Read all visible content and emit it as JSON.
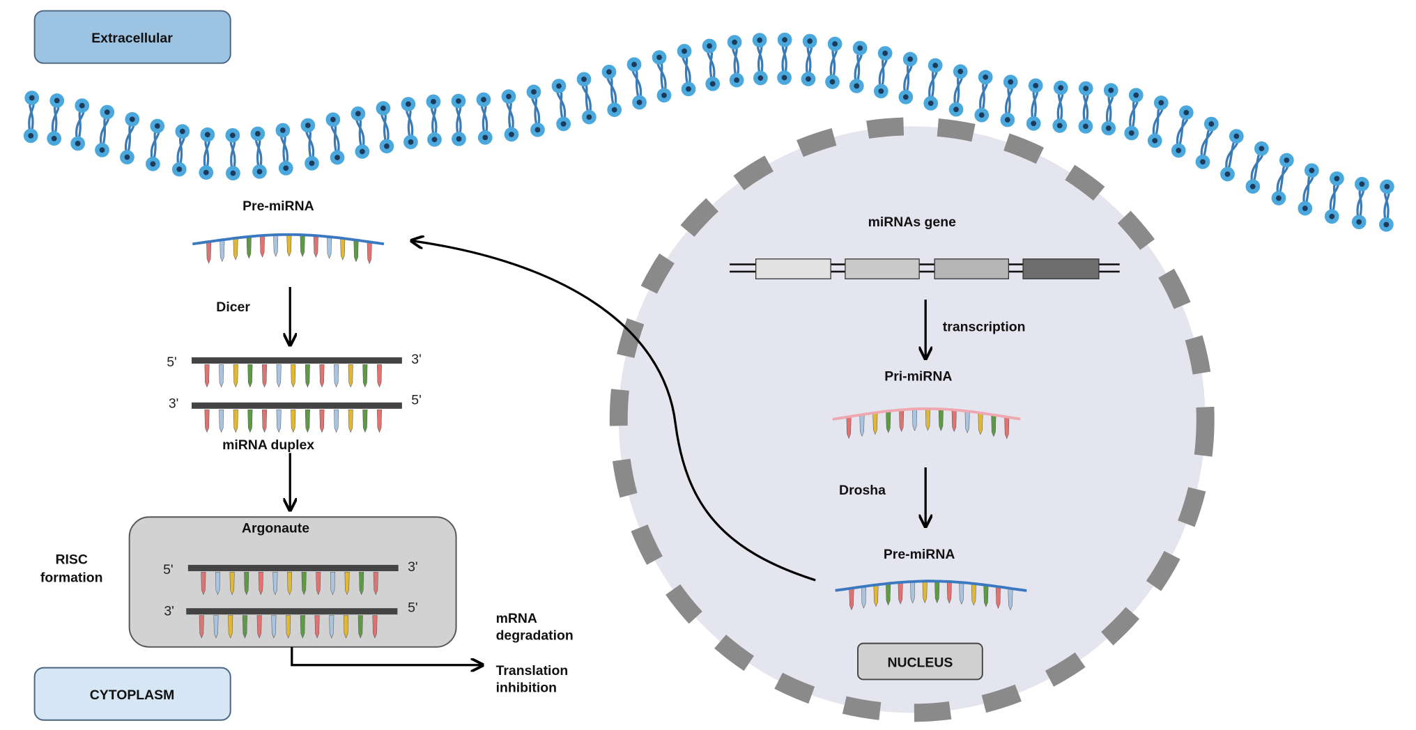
{
  "labels": {
    "extracellular": "Extracellular",
    "cytoplasm": "CYTOPLASM",
    "nucleus": "NUCLEUS",
    "mirnas_gene": "miRNAs gene",
    "transcription": "transcription",
    "pri_mirna": "Pri-miRNA",
    "drosha": "Drosha",
    "pre_mirna_nucleus": "Pre-miRNA",
    "pre_mirna_cytoplasm": "Pre-miRNA",
    "dicer": "Dicer",
    "mirna_duplex": "miRNA duplex",
    "argonaute": "Argonaute",
    "risc_line1": "RISC",
    "risc_line2": "formation",
    "mrna_line1": "mRNA",
    "mrna_line2": "degradation",
    "translation_line1": "Translation",
    "translation_line2": "inhibition",
    "five_prime": "5'",
    "three_prime": "3'"
  },
  "colors": {
    "extracellular_box": "#9dc3e3",
    "cytoplasm_box": "#d6e6f4",
    "nucleus_fill": "#e5e5f0",
    "nucleus_envelope": "#8a8a8a",
    "lipid_head": "#4aa8dc",
    "lipid_tail": "#3b7bb5",
    "pre_mirna_strand": "#3a78c0",
    "pri_mirna_strand": "#f0a8b0",
    "duplex_bar": "#444444",
    "argonaute_box": "#d2d2d2",
    "nucleotides": [
      "#e07272",
      "#a8c4e0",
      "#e2b830",
      "#5e9a44"
    ]
  }
}
